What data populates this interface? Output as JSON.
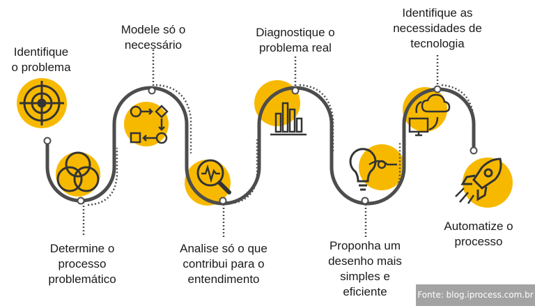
{
  "steps": [
    {
      "label": "Identifique\no problema",
      "icon": "target-icon"
    },
    {
      "label": "Determine o\nprocesso\nproblemático",
      "icon": "venn-circles-icon"
    },
    {
      "label": "Modele só o\nnecessário",
      "icon": "flowchart-icon"
    },
    {
      "label": "Analise só o que\ncontribui para o\nentendimento",
      "icon": "magnifier-analysis-icon"
    },
    {
      "label": "Diagnostique o\nproblema real",
      "icon": "bar-chart-icon"
    },
    {
      "label": "Proponha um\ndesenho mais\nsimples e\neficiente",
      "icon": "lightbulb-icon"
    },
    {
      "label": "Identifique as\nnecessidades de\ntecnologia",
      "icon": "cloud-computer-icon"
    },
    {
      "label": "Automatize o\nprocesso",
      "icon": "rocket-icon"
    }
  ],
  "source": "Fonte: blog.iprocess.com.br",
  "colors": {
    "accent": "#f7b900",
    "path": "#4d4d4d",
    "text": "#1a1a1a",
    "source_bg": "#a3a3a3"
  }
}
